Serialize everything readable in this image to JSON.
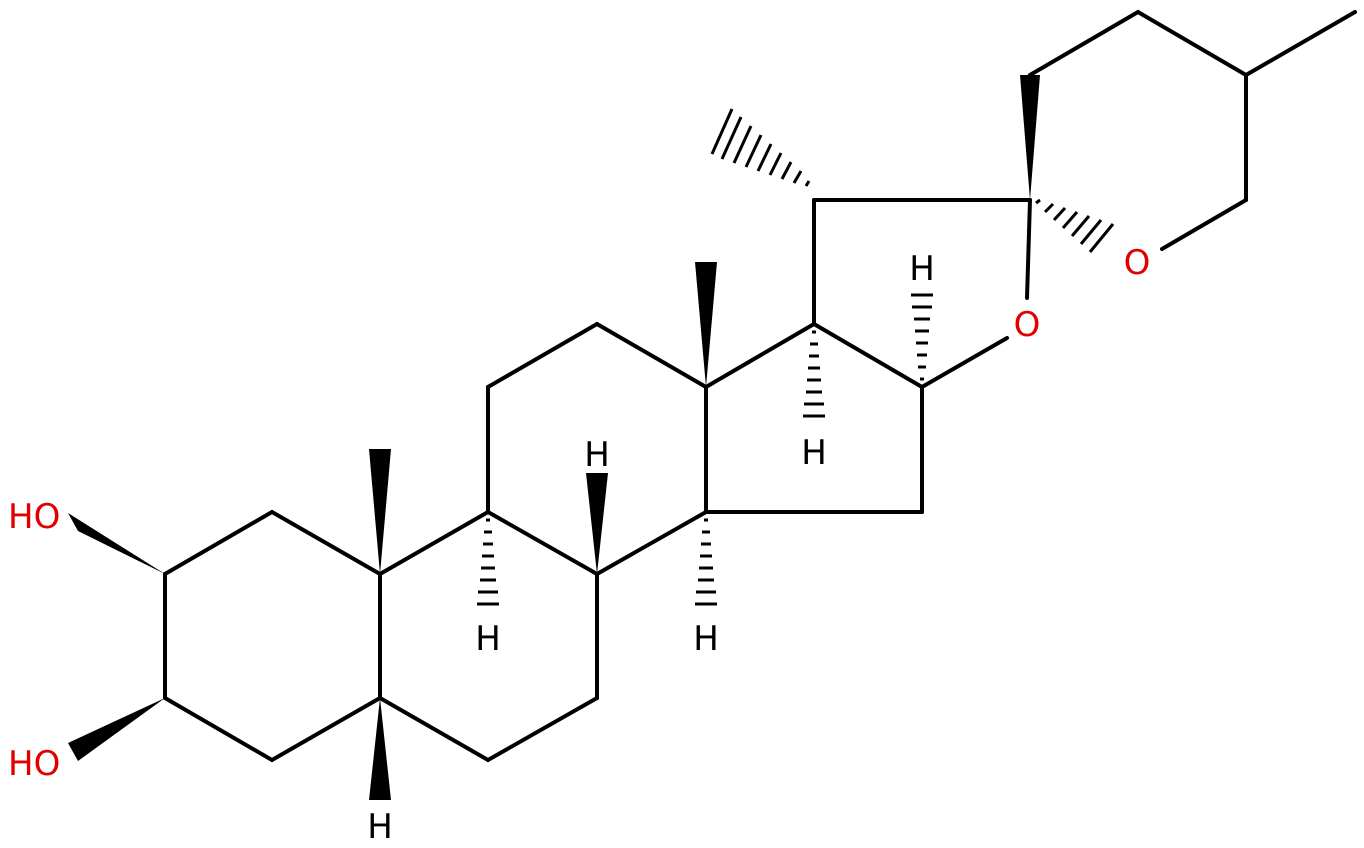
{
  "colors": {
    "bond": "#000000",
    "carbon_h": "#000000",
    "oxygen": "#e00000"
  },
  "labels": {
    "ho_top": "HO",
    "ho_bottom": "HO",
    "o_furan": "O",
    "o_pyran": "O",
    "h_c5": "H",
    "h_c8": "H",
    "h_c9": "H",
    "h_c14": "H",
    "h_c16": "H",
    "h_c17": "H"
  }
}
